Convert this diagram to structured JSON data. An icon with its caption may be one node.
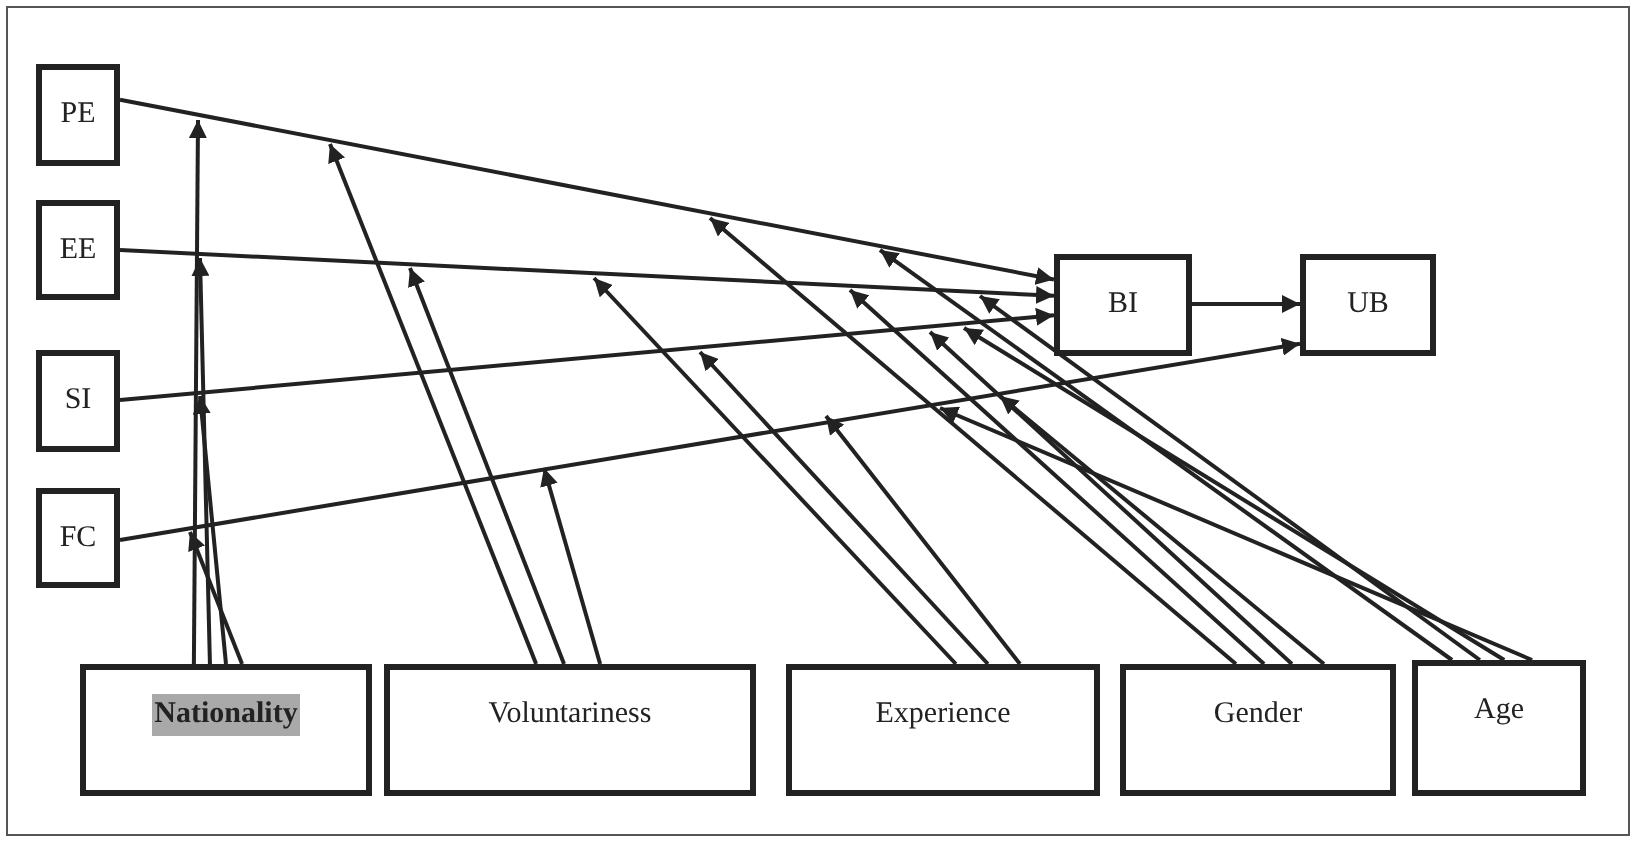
{
  "diagram": {
    "nodes": [
      {
        "text": [
          "PE"
        ]
      },
      {
        "text": [
          "EE"
        ]
      },
      {
        "text": [
          "SI"
        ]
      },
      {
        "text": [
          "FC"
        ]
      },
      {
        "text": [
          "BI"
        ]
      },
      {
        "text": [
          "UB"
        ]
      },
      {
        "text": [
          "Nationality"
        ]
      },
      {
        "text": [
          "Voluntariness"
        ]
      },
      {
        "text": [
          "Experience"
        ]
      },
      {
        "text": [
          "Gender"
        ]
      },
      {
        "text": [
          "Age"
        ]
      }
    ],
    "edges": [
      {
        "from": 0,
        "to": 4,
        "arrow": "to"
      },
      {
        "from": 1,
        "to": 4,
        "arrow": "to"
      },
      {
        "from": 2,
        "to": 4,
        "arrow": "to"
      },
      {
        "from": 4,
        "to": 5,
        "arrow": "to"
      },
      {
        "from": 3,
        "to": 5,
        "arrow": "to"
      },
      {
        "from": 6,
        "to": null,
        "arrow": "to"
      },
      {
        "from": 6,
        "to": null,
        "arrow": "to"
      },
      {
        "from": 6,
        "to": null,
        "arrow": "to"
      },
      {
        "from": 6,
        "to": null,
        "arrow": "to"
      },
      {
        "from": 7,
        "to": null,
        "arrow": "to"
      },
      {
        "from": 7,
        "to": null,
        "arrow": "to"
      },
      {
        "from": 7,
        "to": null,
        "arrow": "to"
      },
      {
        "from": 8,
        "to": null,
        "arrow": "to"
      },
      {
        "from": 8,
        "to": null,
        "arrow": "to"
      },
      {
        "from": 8,
        "to": null,
        "arrow": "to"
      },
      {
        "from": 9,
        "to": null,
        "arrow": "to"
      },
      {
        "from": 9,
        "to": null,
        "arrow": "to"
      },
      {
        "from": 9,
        "to": null,
        "arrow": "to"
      },
      {
        "from": 9,
        "to": null,
        "arrow": "to"
      },
      {
        "from": 10,
        "to": null,
        "arrow": "to"
      },
      {
        "from": 10,
        "to": null,
        "arrow": "to"
      },
      {
        "from": 10,
        "to": null,
        "arrow": "to"
      },
      {
        "from": 10,
        "to": null,
        "arrow": "to"
      }
    ]
  }
}
